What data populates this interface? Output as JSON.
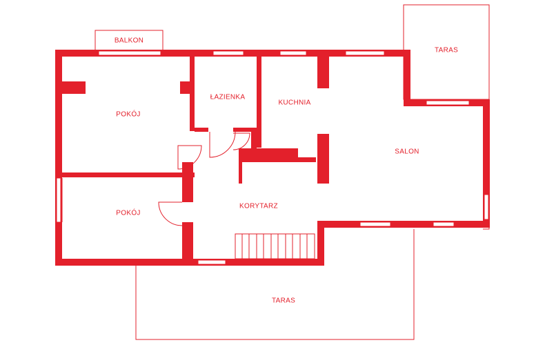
{
  "colors": {
    "wall": "#e3202b",
    "window": "#ffffff",
    "outline": "#e3202b",
    "background": "#ffffff"
  },
  "rooms": {
    "balkon": "BALKON",
    "taras_top": "TARAS",
    "lazienka": "ŁAZIENKA",
    "kuchnia": "KUCHNIA",
    "pokoj_top": "POKÓJ",
    "salon": "SALON",
    "pokoj_bottom": "POKÓJ",
    "korytarz": "KORYTARZ",
    "taras_bottom": "TARAS"
  }
}
